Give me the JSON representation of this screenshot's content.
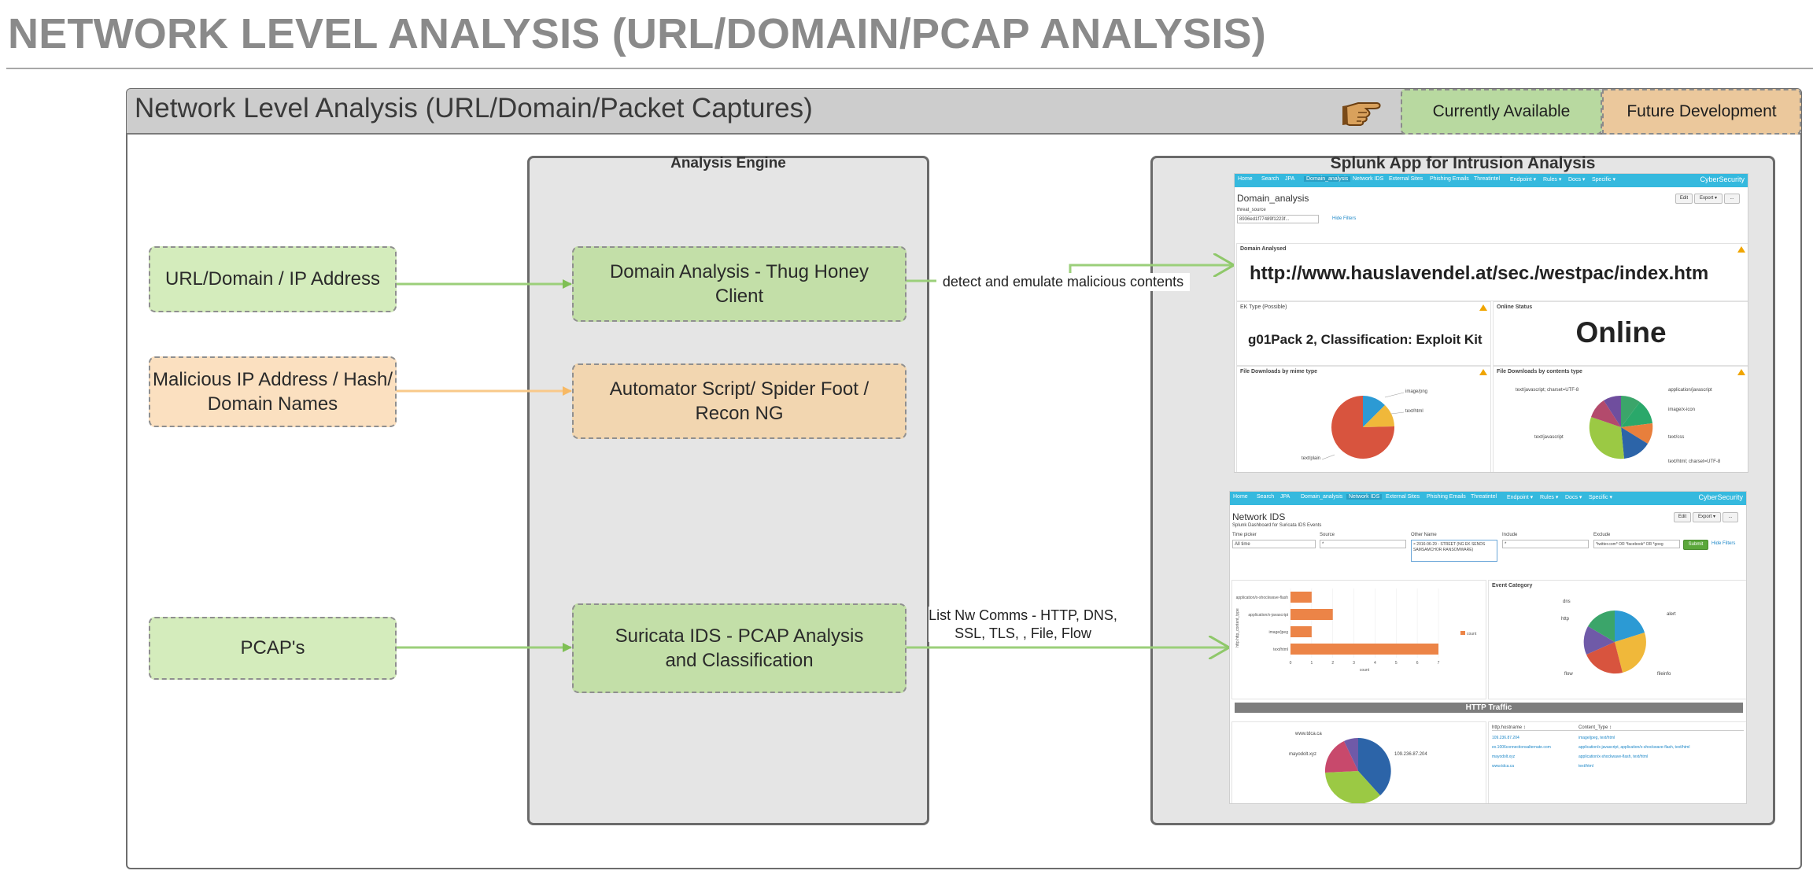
{
  "page_title": "NETWORK LEVEL ANALYSIS (URL/DOMAIN/PCAP ANALYSIS)",
  "panel": {
    "title": "Network Level Analysis (URL/Domain/Packet Captures)",
    "legend": {
      "available": "Currently Available",
      "future": "Future Development",
      "pointer_icon": "pointing-hand-icon"
    }
  },
  "colors": {
    "available": "#b8d9a0",
    "future": "#ebc89c",
    "arrow_green": "#8fc86a",
    "arrow_orange": "#f7c57e"
  },
  "inputs": [
    {
      "label": "URL/Domain / IP Address",
      "status": "available"
    },
    {
      "label": "Malicious IP Address / Hash/ Domain Names",
      "status": "future"
    },
    {
      "label": "PCAP's",
      "status": "available"
    }
  ],
  "engine": {
    "title": "Analysis Engine",
    "nodes": [
      {
        "label": "Domain Analysis - Thug Honey Client",
        "status": "available"
      },
      {
        "label": "Automator Script/ Spider Foot / Recon NG",
        "status": "future"
      },
      {
        "label": "Suricata IDS - PCAP Analysis and Classification",
        "status": "available"
      }
    ]
  },
  "edges": {
    "domain_to_splunk": "detect and emulate malicious contents",
    "pcap_to_splunk": "List Nw Comms - HTTP, DNS, SSL, TLS, , File, Flow"
  },
  "splunk": {
    "title": "Splunk App for Intrusion Analysis",
    "brand": "CyberSecurity",
    "nav": [
      "Home",
      "Search",
      "JPA",
      "Domain_analysis",
      "Network IDS",
      "External Sites",
      "Phishing Emails",
      "Threatintel",
      "Endpoint ▾",
      "Rules ▾",
      "Docs ▾",
      "Specific ▾"
    ],
    "domain_dashboard": {
      "title": "Domain_analysis",
      "input_label": "threat_source",
      "input_value": "8936ed1f77489f1223f...",
      "hide_filters": "Hide Filters",
      "buttons": [
        "Edit",
        "Export ▾",
        "..."
      ],
      "domain_panel_title": "Domain Analysed",
      "domain_value": "http://www.hauslavendel.at/sec./westpac/index.htm",
      "ek_title": "EK Type (Possible)",
      "ek_value": "g01Pack 2, Classification: Exploit Kit",
      "online_title": "Online Status",
      "online_value": "Online",
      "mime_title": "File Downloads by mime type",
      "mime_labels": [
        "image/png",
        "text/html",
        "text/plain"
      ],
      "contents_title": "File Downloads by contents type",
      "contents_labels": [
        "text/javascript; charset=UTF-8",
        "application/javascript",
        "image/x-icon",
        "text/css",
        "text/javascript",
        "text/html; charset=UTF-8"
      ]
    },
    "ids_dashboard": {
      "title": "Network IDS",
      "subtitle": "Splunk Dashboard for Suricata IDS Events",
      "filters": [
        {
          "label": "Time picker",
          "value": "All time"
        },
        {
          "label": "Source",
          "value": "*"
        },
        {
          "label": "Other Name",
          "value": "× 2016-06-29 - STREET (NG EK SENDS SAMSAMCHOR RANSOMWARE)"
        },
        {
          "label": "Include",
          "value": "*"
        },
        {
          "label": "Exclude",
          "value": "*twitter.com* OR *facebook* OR *goog"
        }
      ],
      "submit": "Submit",
      "hide_filters": "Hide Filters",
      "bar_chart": {
        "categories": [
          "application/x-shockwave-flash",
          "application/x-javascript",
          "image/jpeg",
          "text/html"
        ],
        "values": [
          1,
          2,
          1,
          7
        ],
        "ylabel": "http.http_content_type",
        "xlabel": "count",
        "legend": "count",
        "ticks": [
          "0",
          "1",
          "2",
          "3",
          "4",
          "5",
          "6",
          "7"
        ]
      },
      "event_title": "Event Category",
      "event_labels": [
        "alert",
        "fileinfo",
        "flow",
        "http",
        "dns"
      ],
      "http_title": "HTTP Traffic",
      "http_pie_labels": [
        "www.tdca.ca",
        "mayodolt.xyz",
        "109.236.87.204"
      ],
      "http_table": {
        "headers": [
          "http.hostname ↕",
          "Content_Type ↕"
        ],
        "rows": [
          [
            "109.236.87.204",
            "image/jpeg, text/html"
          ],
          [
            "ex.1006connectionsalternate.com",
            "application/x-javascript, application/x-shockwave-flash, text/html"
          ],
          [
            "mayodolt.xyz",
            "application/x-shockwave-flash, text/html"
          ],
          [
            "www.tdca.ca",
            "text/html"
          ]
        ]
      }
    }
  }
}
